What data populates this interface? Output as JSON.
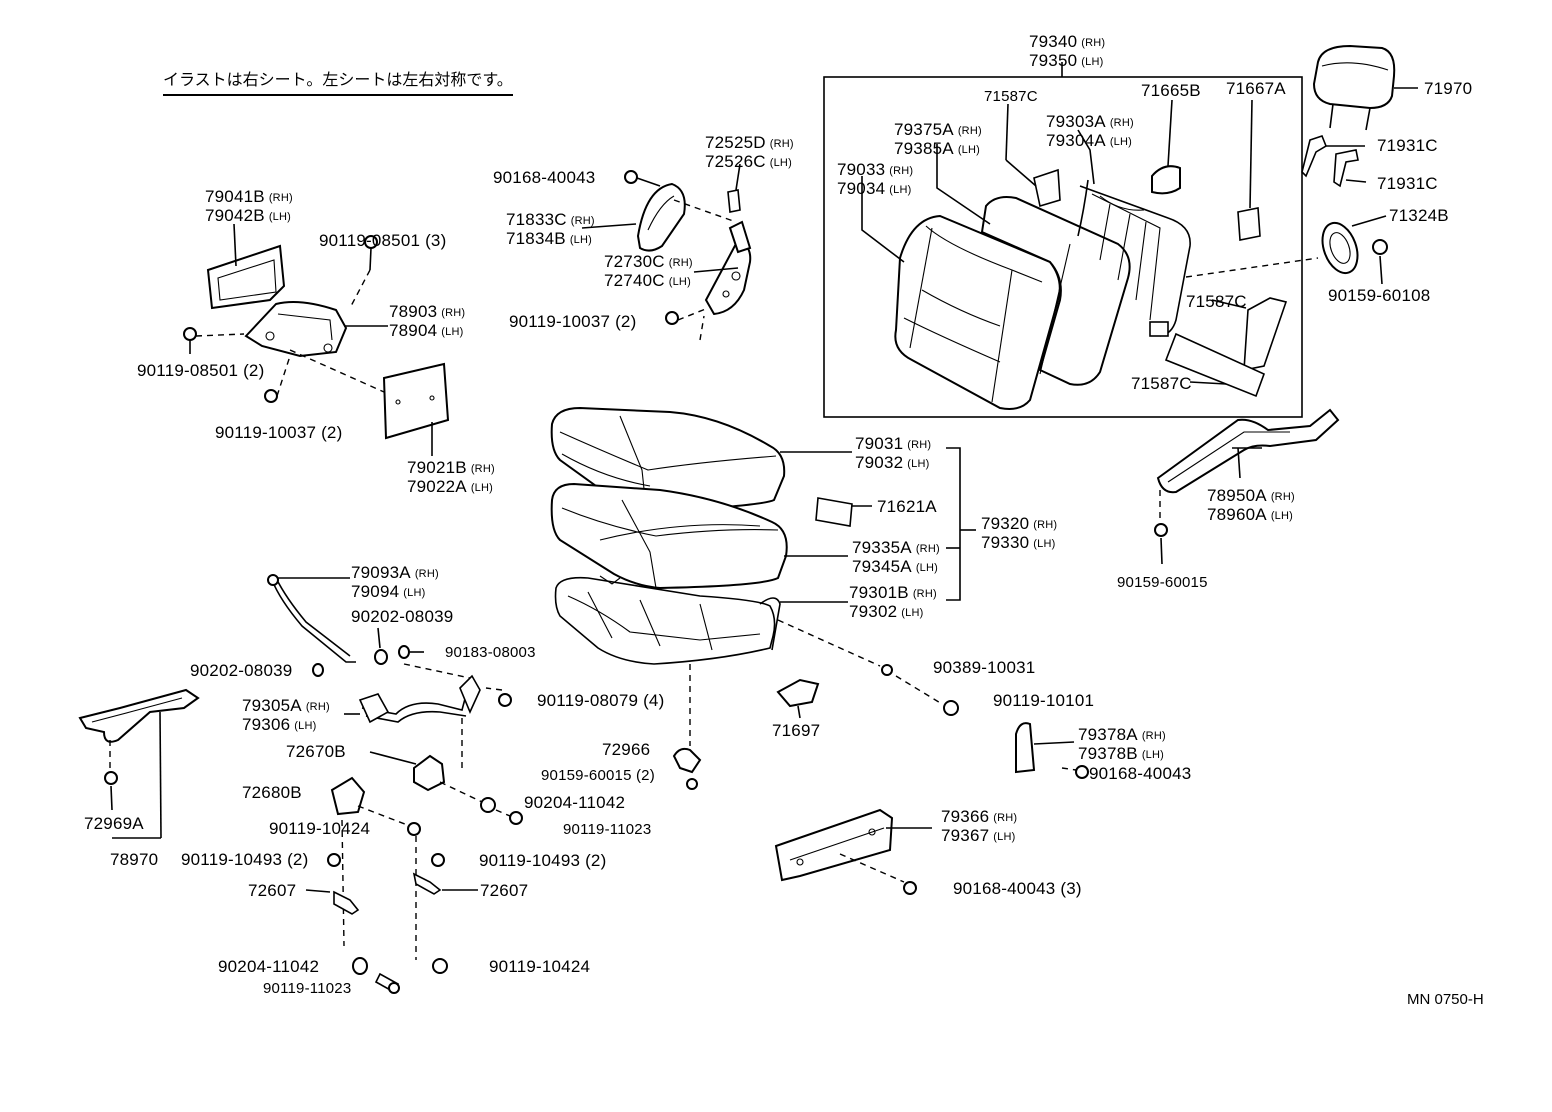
{
  "note": "イラストは右シート。左シートは左右対称です。",
  "diagram_code": "MN 0750-H",
  "labels": {
    "p79340": {
      "a": "79340",
      "a_side": "(RH)",
      "b": "79350",
      "b_side": "(LH)"
    },
    "p71970": {
      "a": "71970"
    },
    "p71587c_top": {
      "a": "71587C"
    },
    "p71665b": {
      "a": "71665B"
    },
    "p71667a": {
      "a": "71667A"
    },
    "p79375a": {
      "a": "79375A",
      "a_side": "(RH)",
      "b": "79385A",
      "b_side": "(LH)"
    },
    "p79303a": {
      "a": "79303A",
      "a_side": "(RH)",
      "b": "79304A",
      "b_side": "(LH)"
    },
    "p79033": {
      "a": "79033",
      "a_side": "(RH)",
      "b": "79034",
      "b_side": "(LH)"
    },
    "p71931c_1": {
      "a": "71931C"
    },
    "p71931c_2": {
      "a": "71931C"
    },
    "p71324b": {
      "a": "71324B"
    },
    "p90159_60108": {
      "a": "90159-60108"
    },
    "p71587c_mid": {
      "a": "71587C"
    },
    "p71587c_bot": {
      "a": "71587C"
    },
    "p72525d": {
      "a": "72525D",
      "a_side": "(RH)",
      "b": "72526C",
      "b_side": "(LH)"
    },
    "p90168_40043_top": {
      "a": "90168-40043"
    },
    "p71833c": {
      "a": "71833C",
      "a_side": "(RH)",
      "b": "71834B",
      "b_side": "(LH)"
    },
    "p72730c": {
      "a": "72730C",
      "a_side": "(RH)",
      "b": "72740C",
      "b_side": "(LH)"
    },
    "p90119_10037_a": {
      "a": "90119-10037 (2)"
    },
    "p79041b": {
      "a": "79041B",
      "a_side": "(RH)",
      "b": "79042B",
      "b_side": "(LH)"
    },
    "p90119_08501_3": {
      "a": "90119-08501 (3)"
    },
    "p78903": {
      "a": "78903",
      "a_side": "(RH)",
      "b": "78904",
      "b_side": "(LH)"
    },
    "p90119_08501_2": {
      "a": "90119-08501 (2)"
    },
    "p90119_10037_b": {
      "a": "90119-10037 (2)"
    },
    "p79021b": {
      "a": "79021B",
      "a_side": "(RH)",
      "b": "79022A",
      "b_side": "(LH)"
    },
    "p79031": {
      "a": "79031",
      "a_side": "(RH)",
      "b": "79032",
      "b_side": "(LH)"
    },
    "p71621a": {
      "a": "71621A"
    },
    "p79320": {
      "a": "79320",
      "a_side": "(RH)",
      "b": "79330",
      "b_side": "(LH)"
    },
    "p79335a": {
      "a": "79335A",
      "a_side": "(RH)",
      "b": "79345A",
      "b_side": "(LH)"
    },
    "p79301b": {
      "a": "79301B",
      "a_side": "(RH)",
      "b": "79302",
      "b_side": "(LH)"
    },
    "p78950a": {
      "a": "78950A",
      "a_side": "(RH)",
      "b": "78960A",
      "b_side": "(LH)"
    },
    "p90159_60015_r": {
      "a": "90159-60015"
    },
    "p79093a": {
      "a": "79093A",
      "a_side": "(RH)",
      "b": "79094",
      "b_side": "(LH)"
    },
    "p90202_08039_a": {
      "a": "90202-08039"
    },
    "p90183_08003": {
      "a": "90183-08003"
    },
    "p90202_08039_b": {
      "a": "90202-08039"
    },
    "p79305a": {
      "a": "79305A",
      "a_side": "(RH)",
      "b": "79306",
      "b_side": "(LH)"
    },
    "p90119_08079": {
      "a": "90119-08079 (4)"
    },
    "p90389_10031": {
      "a": "90389-10031"
    },
    "p90119_10101": {
      "a": "90119-10101"
    },
    "p71697": {
      "a": "71697"
    },
    "p72966": {
      "a": "72966"
    },
    "p90159_60015_2": {
      "a": "90159-60015 (2)"
    },
    "p72670b": {
      "a": "72670B"
    },
    "p79378a": {
      "a": "79378A",
      "a_side": "(RH)",
      "b": "79378B",
      "b_side": "(LH)"
    },
    "p90168_40043_mid": {
      "a": "90168-40043"
    },
    "p72680b": {
      "a": "72680B"
    },
    "p90204_11042_a": {
      "a": "90204-11042"
    },
    "p90119_10424_a": {
      "a": "90119-10424"
    },
    "p90119_11023_a": {
      "a": "90119-11023"
    },
    "p72969a": {
      "a": "72969A"
    },
    "p78970": {
      "a": "78970"
    },
    "p90119_10493_l": {
      "a": "90119-10493 (2)"
    },
    "p90119_10493_r": {
      "a": "90119-10493 (2)"
    },
    "p72607_l": {
      "a": "72607"
    },
    "p72607_r": {
      "a": "72607"
    },
    "p79366": {
      "a": "79366",
      "a_side": "(RH)",
      "b": "79367",
      "b_side": "(LH)"
    },
    "p90168_40043_3": {
      "a": "90168-40043 (3)"
    },
    "p90204_11042_b": {
      "a": "90204-11042"
    },
    "p90119_10424_b": {
      "a": "90119-10424"
    },
    "p90119_11023_b": {
      "a": "90119-11023"
    }
  }
}
